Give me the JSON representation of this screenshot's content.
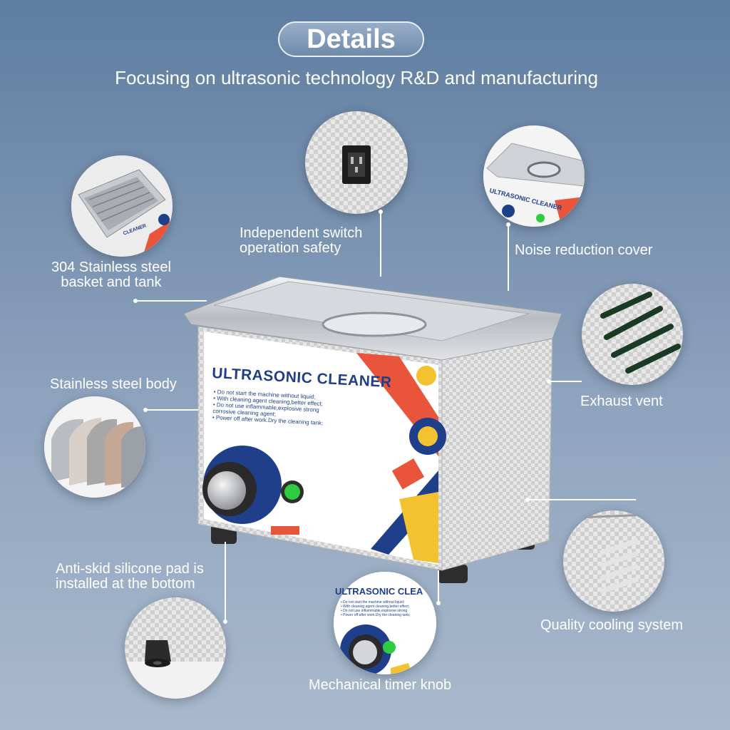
{
  "header": {
    "title": "Details",
    "subtitle": "Focusing on ultrasonic technology R&D and manufacturing"
  },
  "features": {
    "basket": {
      "line1": "304 Stainless steel",
      "line2": "basket and tank"
    },
    "switch": {
      "line1": "Independent switch",
      "line2": "operation safety"
    },
    "cover": "Noise reduction cover",
    "body": "Stainless steel body",
    "vent": "Exhaust vent",
    "pad": {
      "line1": "Anti-skid silicone pad is",
      "line2": "installed at the bottom"
    },
    "cooling": "Quality cooling system",
    "knob": "Mechanical timer knob"
  },
  "product_label": {
    "brand": "ULTRASONIC CLEANER",
    "warnings": [
      "• Do not start the machine without liquid;",
      "• With cleaning agent cleaning,better effect;",
      "• Do not use inflammable,explosive strong",
      "  corrosive cleaning agent;",
      "• Power off after work.Dry the cleaning tank;"
    ],
    "mini_brand": "ULTRASONIC CLEA",
    "cover_brand": "ULTRASONIC CLEANER",
    "basket_brand": "CLEANER"
  },
  "colors": {
    "accent_orange": "#e8553a",
    "accent_blue": "#1f3f8a",
    "accent_yellow": "#f2c230",
    "steel": "#c9cdd2"
  }
}
